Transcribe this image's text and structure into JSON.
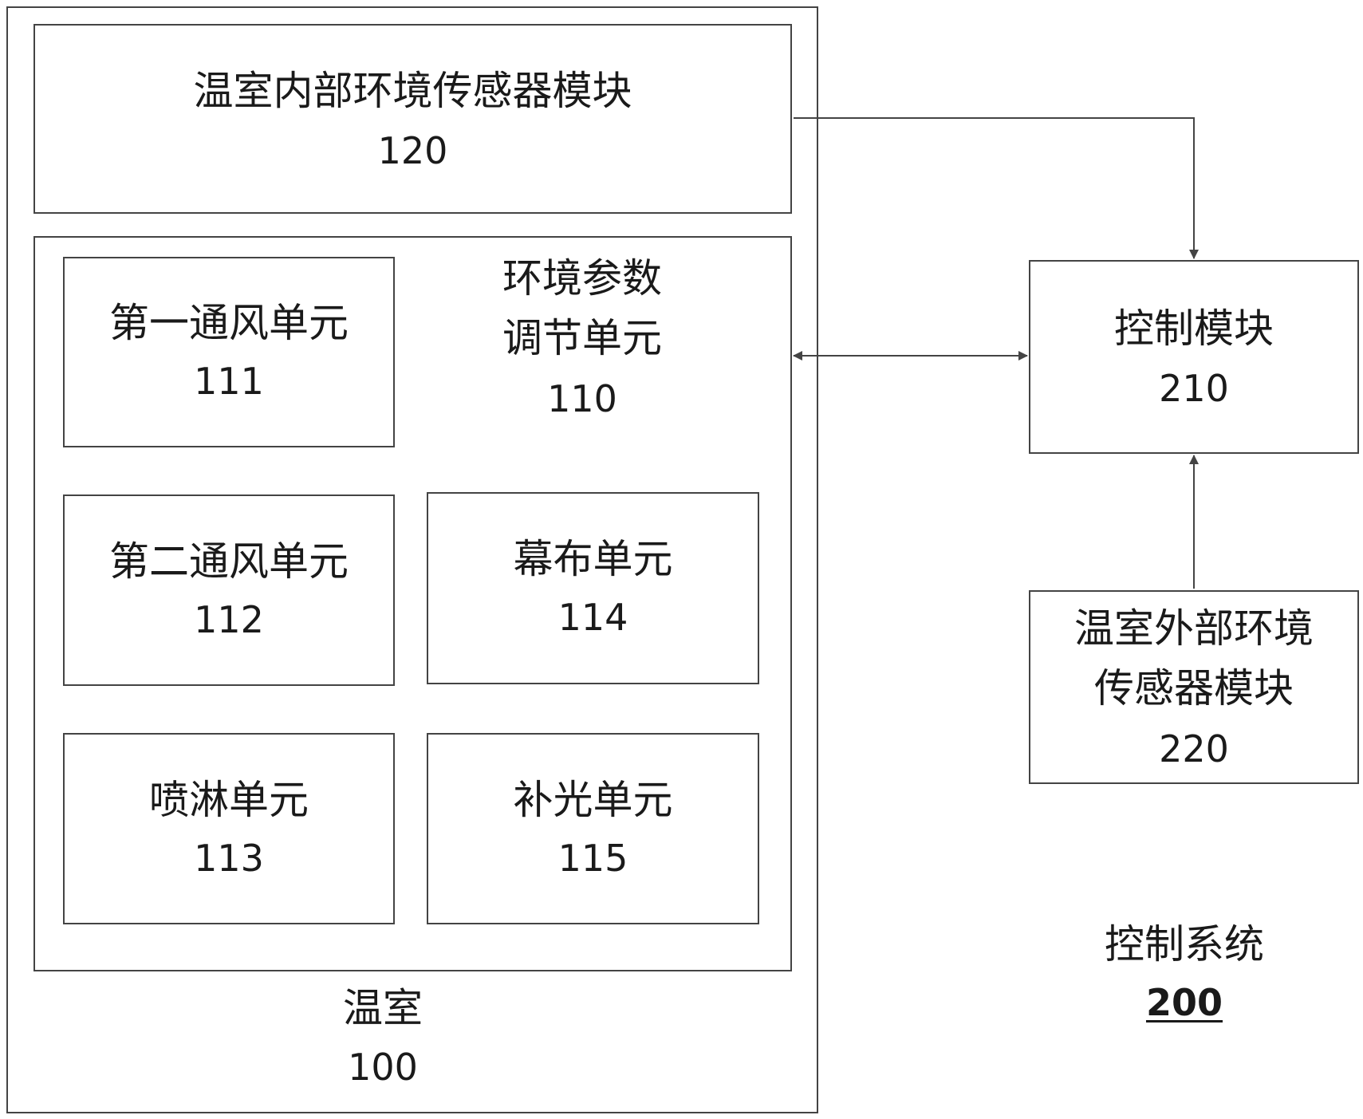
{
  "greenhouse": {
    "label": "温室",
    "number": "100",
    "internal_sensor": {
      "label": "温室内部环境传感器模块",
      "number": "120"
    },
    "param_unit": {
      "label_line1": "环境参数",
      "label_line2": "调节单元",
      "number": "110",
      "units": [
        {
          "label": "第一通风单元",
          "number": "111"
        },
        {
          "label": "第二通风单元",
          "number": "112"
        },
        {
          "label": "幕布单元",
          "number": "114"
        },
        {
          "label": "喷淋单元",
          "number": "113"
        },
        {
          "label": "补光单元",
          "number": "115"
        }
      ]
    }
  },
  "control_system": {
    "label": "控制系统",
    "number": "200",
    "control_module": {
      "label": "控制模块",
      "number": "210"
    },
    "external_sensor": {
      "label_line1": "温室外部环境",
      "label_line2": "传感器模块",
      "number": "220"
    }
  },
  "colors": {
    "line": "#444444",
    "text": "#1a1a1a",
    "background": "#ffffff"
  }
}
